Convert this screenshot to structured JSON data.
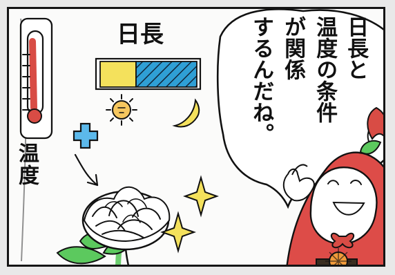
{
  "panel": {
    "title": "日長",
    "temperature_label": "温度",
    "speech_lines": [
      "日長と",
      "温度の条件",
      "が関係",
      "するんだね。"
    ]
  },
  "colors": {
    "ink": "#111111",
    "yellow": "#f4e15c",
    "blue": "#2f9fd5",
    "red": "#d84c45",
    "green": "#5cc95e",
    "orange": "#f09a3a"
  },
  "icons": [
    "thermometer-icon",
    "sun-icon",
    "moon-icon",
    "plus-icon",
    "arrow-down-icon",
    "flower-icon",
    "sparkle-icon",
    "character-icon"
  ]
}
